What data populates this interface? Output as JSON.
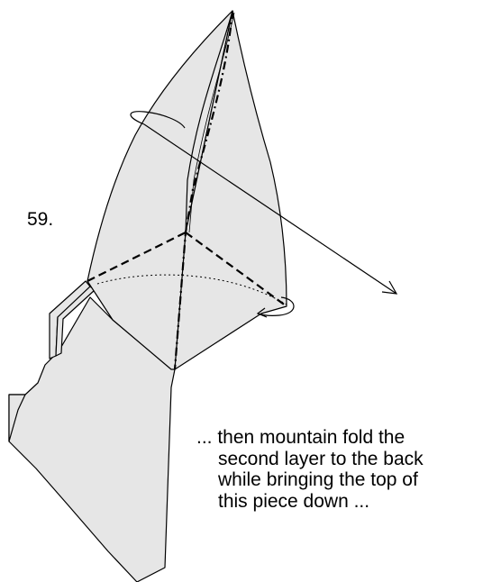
{
  "step_number": "59.",
  "instruction_lines": [
    "... then mountain fold the",
    "second layer to the back",
    "while bringing the top of",
    "this piece down ..."
  ],
  "colors": {
    "paper_fill": "#e6e6e6",
    "line": "#000000",
    "background": "#ffffff"
  },
  "symbols": [
    "mountain-fold-line",
    "valley-fold-line",
    "rotation-arrow",
    "hidden-edge-dotted-line"
  ]
}
